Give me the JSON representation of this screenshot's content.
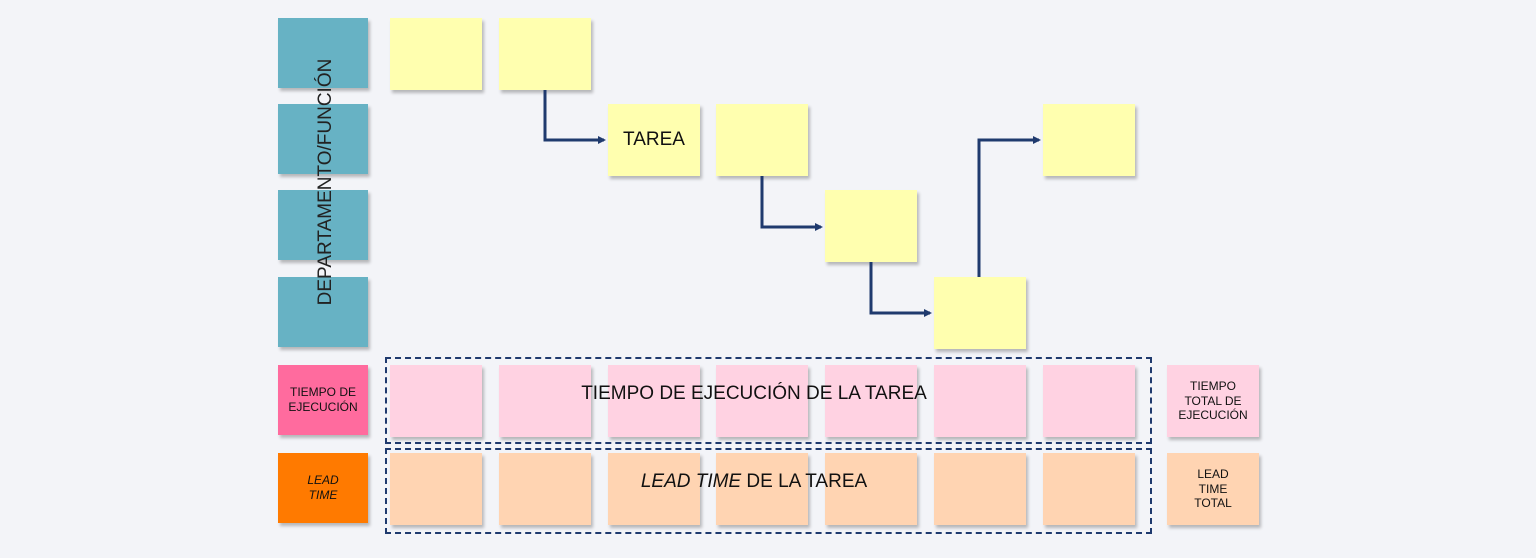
{
  "side_label": "DEPARTAMENTO/FUNCIÓN",
  "task_label": "TAREA",
  "rows": {
    "time_label": "TIEMPO DE EJECUCIÓN",
    "lead_label": "LEAD TIME"
  },
  "overlays": {
    "time_text": "TIEMPO DE EJECUCIÓN DE LA TAREA",
    "lead_italic": "LEAD TIME",
    "lead_rest": " DE LA TAREA"
  },
  "totals": {
    "time_total": "TIEMPO TOTAL DE EJECUCIÓN",
    "lead_total": "LEAD TIME TOTAL"
  },
  "colors": {
    "department": "#67b2c4",
    "task": "#ffffaf",
    "time": "#ffd2e2",
    "lead": "#ffd4b2",
    "time_label_bg": "#ff6b9e",
    "lead_label_bg": "#ff7a00",
    "arrow": "#1f3a6e"
  }
}
